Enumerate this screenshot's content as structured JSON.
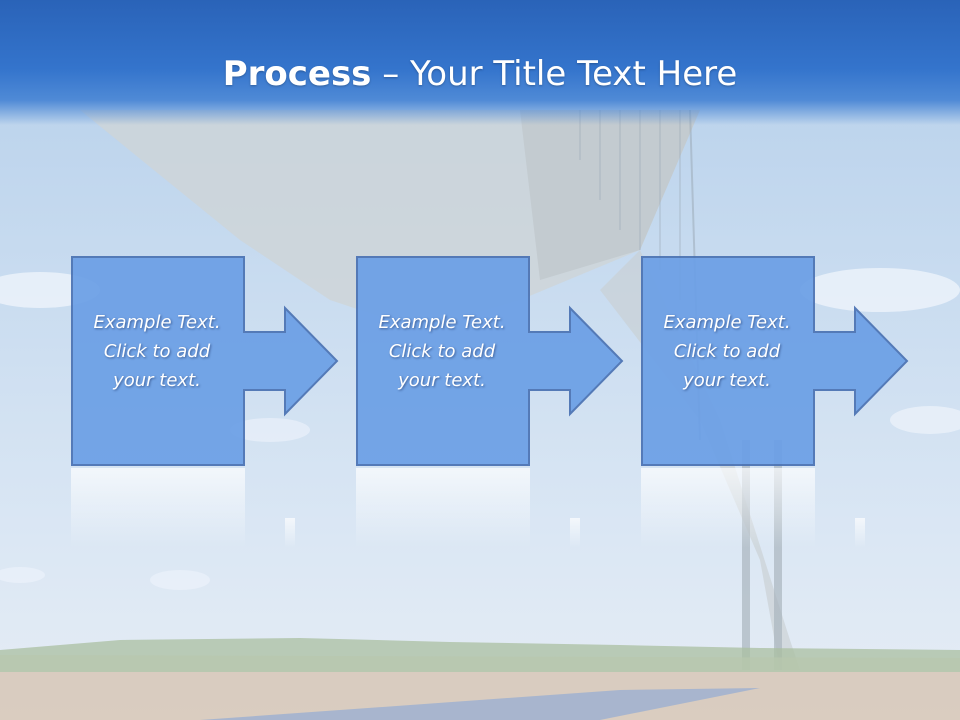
{
  "slide": {
    "title_bold": "Process",
    "title_rest": " – Your Title Text Here",
    "accent_color": "#6b9fe6",
    "border_color": "#4a72b3",
    "title_bar_color": "#2f6dc6"
  },
  "steps": [
    {
      "line1": "Example Text.",
      "line2": "Click  to add",
      "line3": "your text."
    },
    {
      "line1": "Example Text.",
      "line2": "Click  to add",
      "line3": "your text."
    },
    {
      "line1": "Example Text.",
      "line2": "Click  to add",
      "line3": "your text."
    }
  ]
}
